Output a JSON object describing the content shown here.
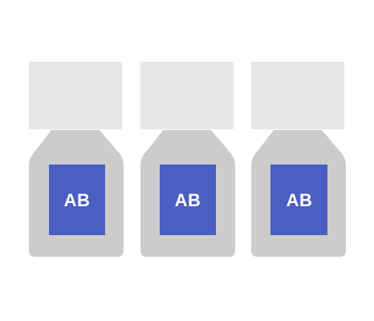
{
  "bottles": [
    {
      "label": "AB"
    },
    {
      "label": "AB"
    },
    {
      "label": "AB"
    }
  ],
  "colors": {
    "cap": "#e6e6e6",
    "body": "#cccccc",
    "label_panel": "#4a5fc1",
    "label_text": "#ffffff"
  }
}
